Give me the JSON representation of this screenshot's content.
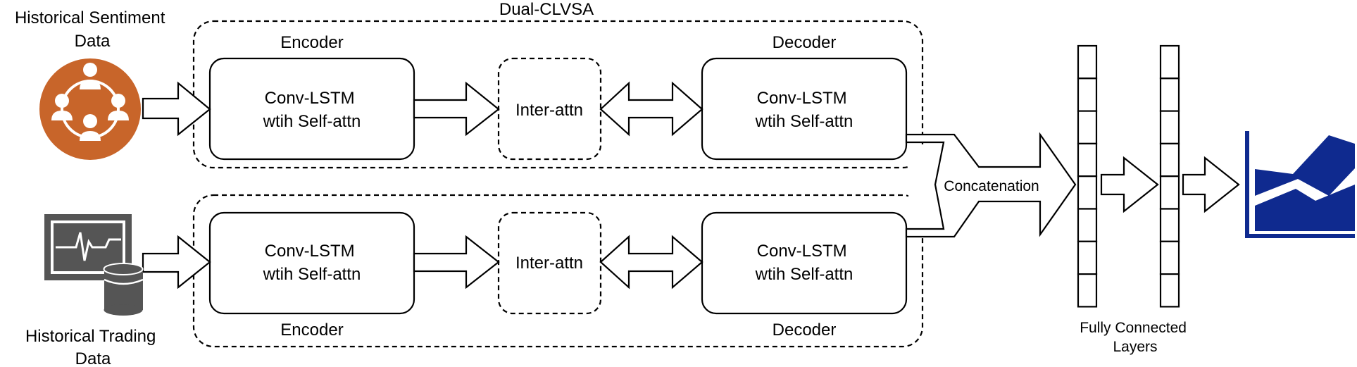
{
  "diagram": {
    "title": "Dual-CLVSA",
    "inputs": {
      "sentiment": "Historical Sentiment\nData",
      "trading": "Historical Trading\nData"
    },
    "top": {
      "encoder_label": "Encoder",
      "decoder_label": "Decoder",
      "encoder_box": [
        "Conv-LSTM",
        "wtih Self-attn"
      ],
      "inter_attn": "Inter-attn",
      "decoder_box": [
        "Conv-LSTM",
        "wtih Self-attn"
      ]
    },
    "bottom": {
      "encoder_label": "Encoder",
      "decoder_label": "Decoder",
      "encoder_box": [
        "Conv-LSTM",
        "wtih Self-attn"
      ],
      "inter_attn": "Inter-attn",
      "decoder_box": [
        "Conv-LSTM",
        "wtih Self-attn"
      ]
    },
    "concat_label": "Concatenation",
    "fc_label": [
      "Fully Connected",
      "Layers"
    ],
    "colors": {
      "sentiment_icon": "#c8652a",
      "trading_icon": "#555555",
      "output_chart": "#0f2a8f"
    }
  }
}
